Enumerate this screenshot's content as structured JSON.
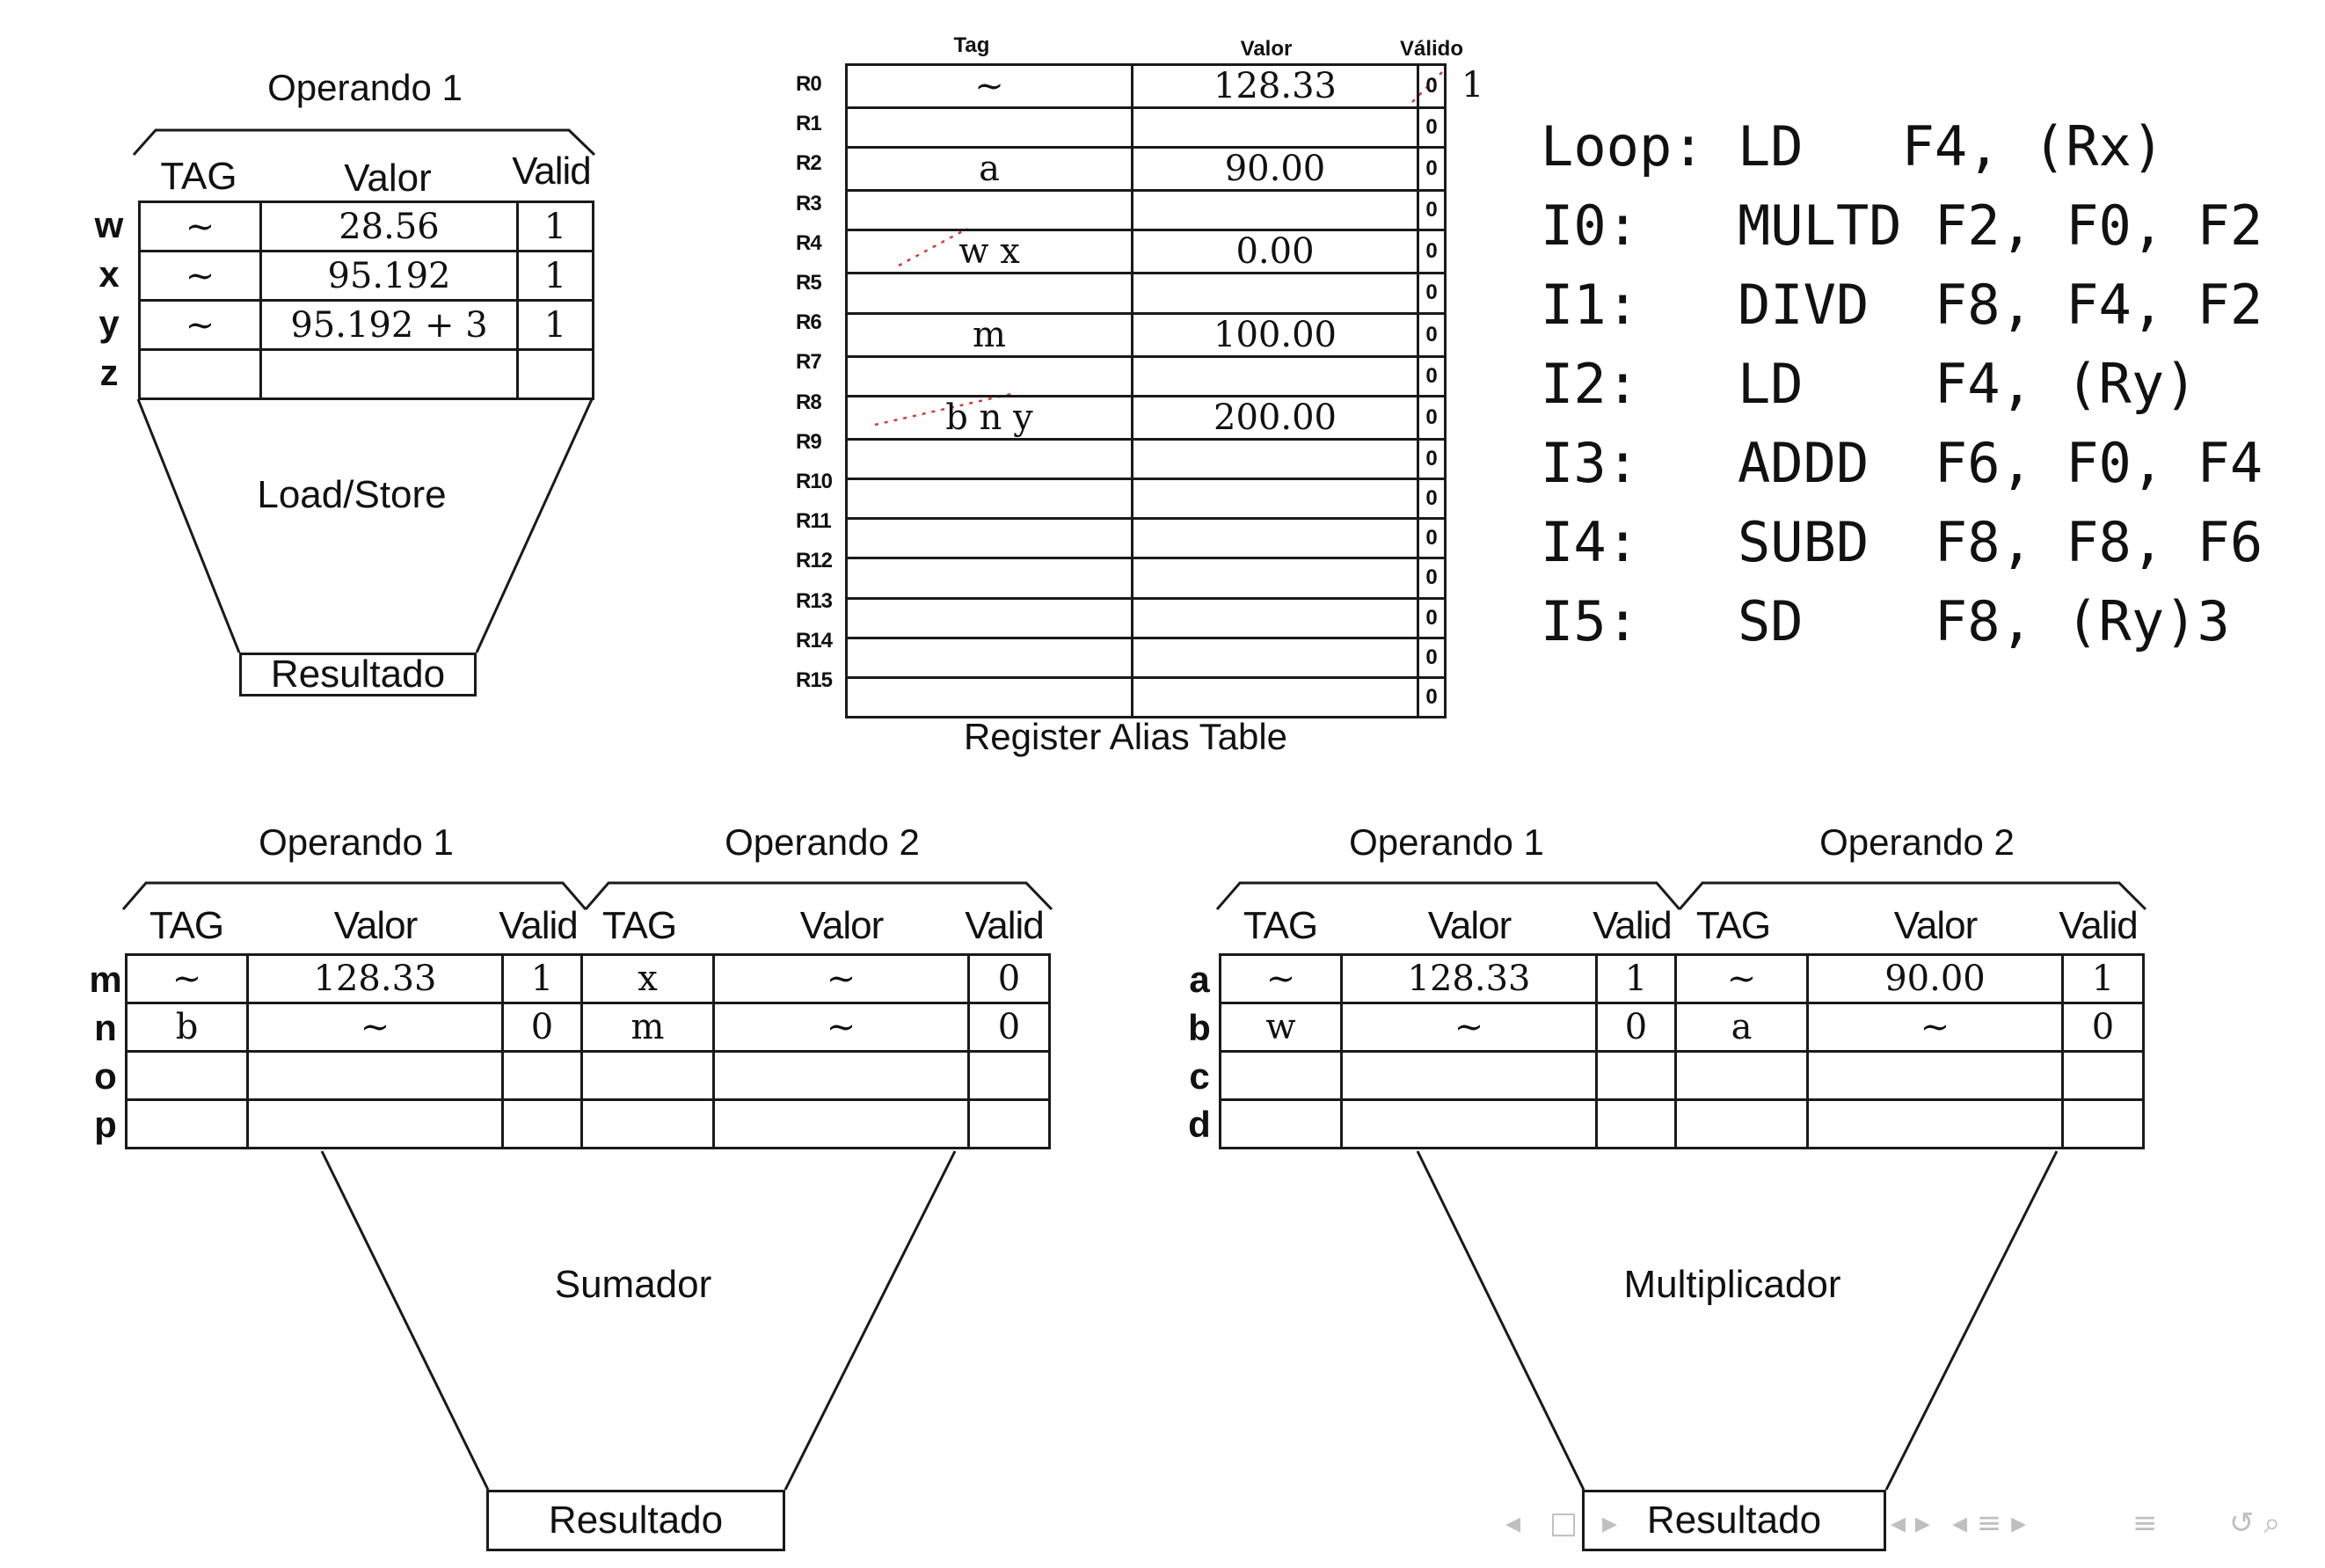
{
  "rat": {
    "title": "Register Alias Table",
    "col_tag": "Tag",
    "col_valor": "Valor",
    "col_valido": "Válido",
    "rows": [
      {
        "reg": "R0",
        "tag": "~",
        "valor": "128.33",
        "valid": "0",
        "note": "1"
      },
      {
        "reg": "R1",
        "tag": "",
        "valor": "",
        "valid": "0"
      },
      {
        "reg": "R2",
        "tag": "a",
        "valor": "90.00",
        "valid": "0"
      },
      {
        "reg": "R3",
        "tag": "",
        "valor": "",
        "valid": "0"
      },
      {
        "reg": "R4",
        "tag": "w x",
        "valor": "0.00",
        "valid": "0"
      },
      {
        "reg": "R5",
        "tag": "",
        "valor": "",
        "valid": "0"
      },
      {
        "reg": "R6",
        "tag": "m",
        "valor": "100.00",
        "valid": "0"
      },
      {
        "reg": "R7",
        "tag": "",
        "valor": "",
        "valid": "0"
      },
      {
        "reg": "R8",
        "tag": "b n y",
        "valor": "200.00",
        "valid": "0"
      },
      {
        "reg": "R9",
        "tag": "",
        "valor": "",
        "valid": "0"
      },
      {
        "reg": "R10",
        "tag": "",
        "valor": "",
        "valid": "0"
      },
      {
        "reg": "R11",
        "tag": "",
        "valor": "",
        "valid": "0"
      },
      {
        "reg": "R12",
        "tag": "",
        "valor": "",
        "valid": "0"
      },
      {
        "reg": "R13",
        "tag": "",
        "valor": "",
        "valid": "0"
      },
      {
        "reg": "R14",
        "tag": "",
        "valor": "",
        "valid": "0"
      },
      {
        "reg": "R15",
        "tag": "",
        "valor": "",
        "valid": "0"
      }
    ]
  },
  "code": [
    "Loop: LD   F4, (Rx)",
    "I0:   MULTD F2, F0, F2",
    "I1:   DIVD  F8, F4, F2",
    "I2:   LD    F4, (Ry)",
    "I3:   ADDD  F6, F0, F4",
    "I4:   SUBD  F8, F8, F6",
    "I5:   SD    F8, (Ry)3"
  ],
  "loadstore": {
    "operand_title": "Operando 1",
    "col_tag": "TAG",
    "col_valor": "Valor",
    "col_valid": "Valid",
    "unit_label": "Load/Store",
    "result_label": "Resultado",
    "rows": [
      {
        "id": "w",
        "tag": "~",
        "valor": "28.56",
        "valid": "1"
      },
      {
        "id": "x",
        "tag": "~",
        "valor": "95.192",
        "valid": "1"
      },
      {
        "id": "y",
        "tag": "~",
        "valor": "95.192 + 3",
        "valid": "1"
      },
      {
        "id": "z",
        "tag": "",
        "valor": "",
        "valid": ""
      }
    ]
  },
  "adder": {
    "op1_title": "Operando 1",
    "op2_title": "Operando 2",
    "col_tag": "TAG",
    "col_valor": "Valor",
    "col_valid": "Valid",
    "unit_label": "Sumador",
    "result_label": "Resultado",
    "rows": [
      {
        "id": "m",
        "tag1": "~",
        "valor1": "128.33",
        "valid1": "1",
        "tag2": "x",
        "valor2": "~",
        "valid2": "0"
      },
      {
        "id": "n",
        "tag1": "b",
        "valor1": "~",
        "valid1": "0",
        "tag2": "m",
        "valor2": "~",
        "valid2": "0"
      },
      {
        "id": "o",
        "tag1": "",
        "valor1": "",
        "valid1": "",
        "tag2": "",
        "valor2": "",
        "valid2": ""
      },
      {
        "id": "p",
        "tag1": "",
        "valor1": "",
        "valid1": "",
        "tag2": "",
        "valor2": "",
        "valid2": ""
      }
    ]
  },
  "multiplier": {
    "op1_title": "Operando 1",
    "op2_title": "Operando 2",
    "col_tag": "TAG",
    "col_valor": "Valor",
    "col_valid": "Valid",
    "unit_label": "Multiplicador",
    "result_label": "Resultado",
    "rows": [
      {
        "id": "a",
        "tag1": "~",
        "valor1": "128.33",
        "valid1": "1",
        "tag2": "~",
        "valor2": "90.00",
        "valid2": "1"
      },
      {
        "id": "b",
        "tag1": "w",
        "valor1": "~",
        "valid1": "0",
        "tag2": "a",
        "valor2": "~",
        "valid2": "0"
      },
      {
        "id": "c",
        "tag1": "",
        "valor1": "",
        "valid1": "",
        "tag2": "",
        "valor2": "",
        "valid2": ""
      },
      {
        "id": "d",
        "tag1": "",
        "valor1": "",
        "valid1": "",
        "tag2": "",
        "valor2": "",
        "valid2": ""
      }
    ]
  },
  "nav": {
    "icons": [
      "nav-prev-icon",
      "nav-frame-icon",
      "nav-next-icon",
      "nav-section-icon",
      "nav-menu-icon",
      "nav-search-icon"
    ]
  }
}
